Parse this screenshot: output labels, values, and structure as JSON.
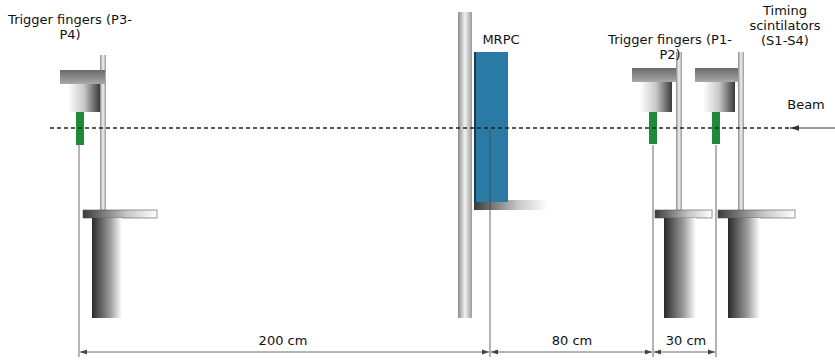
{
  "diagram": {
    "labels": [
      "Trigger fingers (P3-P4)",
      "MRPC",
      "Trigger fingers (P1-P2)",
      "Timing scintilators (S1-S4)",
      "Beam",
      "200 cm",
      "80 cm",
      "30 cm"
    ]
  }
}
